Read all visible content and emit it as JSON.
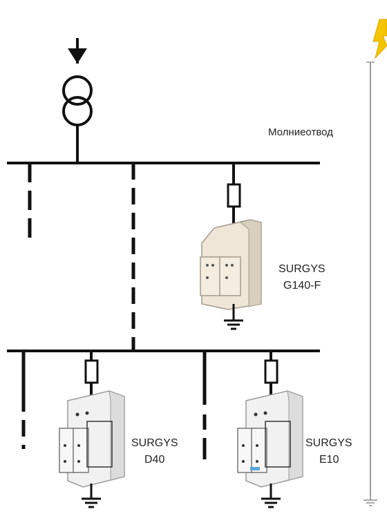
{
  "diagram": {
    "lightning_rod_label": "Молниеотвод",
    "devices": [
      {
        "line1": "SURGYS",
        "line2": "G140-F"
      },
      {
        "line1": "SURGYS",
        "line2": "D40"
      },
      {
        "line1": "SURGYS",
        "line2": "E10"
      }
    ]
  },
  "colors": {
    "line": "#111111",
    "rod": "#9a9a9a",
    "lightning": "#f5c400",
    "device_beige": "#efe6d8",
    "device_white": "#f1f1f1"
  }
}
